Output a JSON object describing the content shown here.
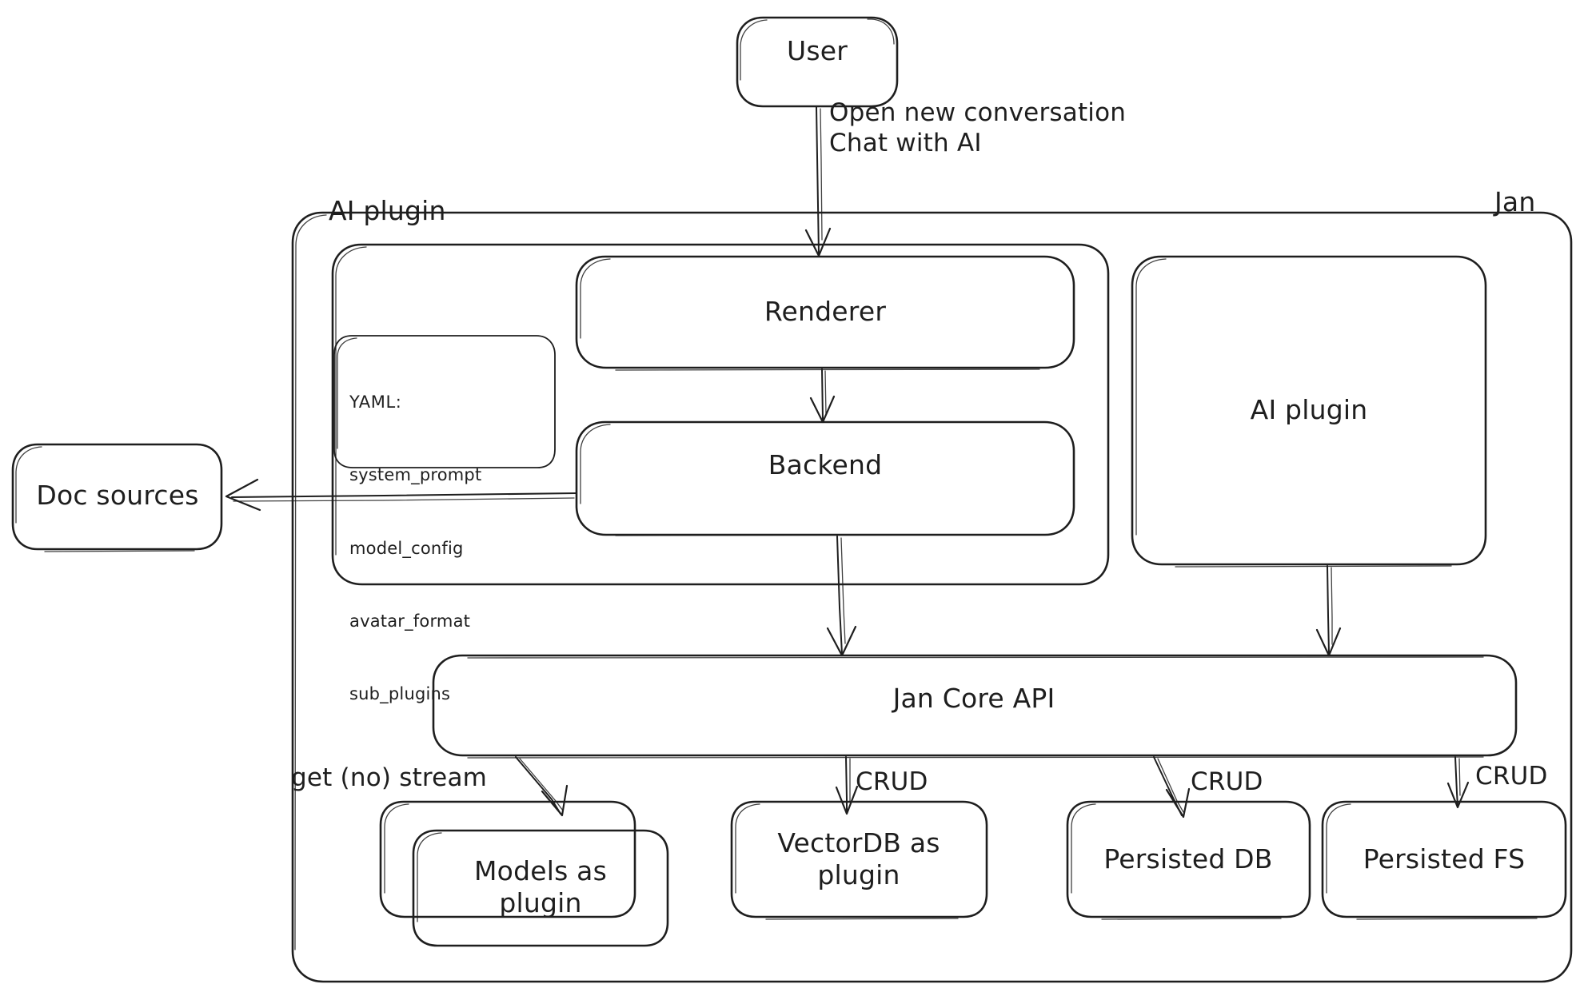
{
  "diagram": {
    "title": "Jan architecture overview",
    "style": "hand-drawn",
    "stroke_color": "#1e1e1e",
    "background_color": "#ffffff"
  },
  "nodes": {
    "user": {
      "label": "User"
    },
    "doc_sources": {
      "label": "Doc sources"
    },
    "jan_container": {
      "label": "Jan"
    },
    "ai_plugin_group": {
      "label": "AI plugin"
    },
    "yaml_card": {
      "head": "YAML:",
      "items": [
        "system_prompt",
        "model_config",
        "avatar_format",
        "sub_plugins"
      ]
    },
    "renderer": {
      "label": "Renderer"
    },
    "backend": {
      "label": "Backend"
    },
    "ai_plugin_box": {
      "label": "AI plugin"
    },
    "jan_core_api": {
      "label": "Jan Core API"
    },
    "models_plugin": {
      "label": "Models as\nplugin"
    },
    "vectordb_plugin": {
      "label": "VectorDB as\nplugin"
    },
    "persisted_db": {
      "label": "Persisted DB"
    },
    "persisted_fs": {
      "label": "Persisted FS"
    }
  },
  "edges": {
    "user_to_renderer": {
      "label": "Open new conversation\nChat with AI"
    },
    "renderer_to_backend": {
      "label": ""
    },
    "backend_to_doc_sources": {
      "label": ""
    },
    "backend_to_core": {
      "label": ""
    },
    "ai_plugin_to_core": {
      "label": ""
    },
    "core_to_models": {
      "label": "get (no) stream"
    },
    "core_to_vectordb": {
      "label": "CRUD"
    },
    "core_to_persisted_db": {
      "label": "CRUD"
    },
    "core_to_persisted_fs": {
      "label": "CRUD"
    }
  }
}
